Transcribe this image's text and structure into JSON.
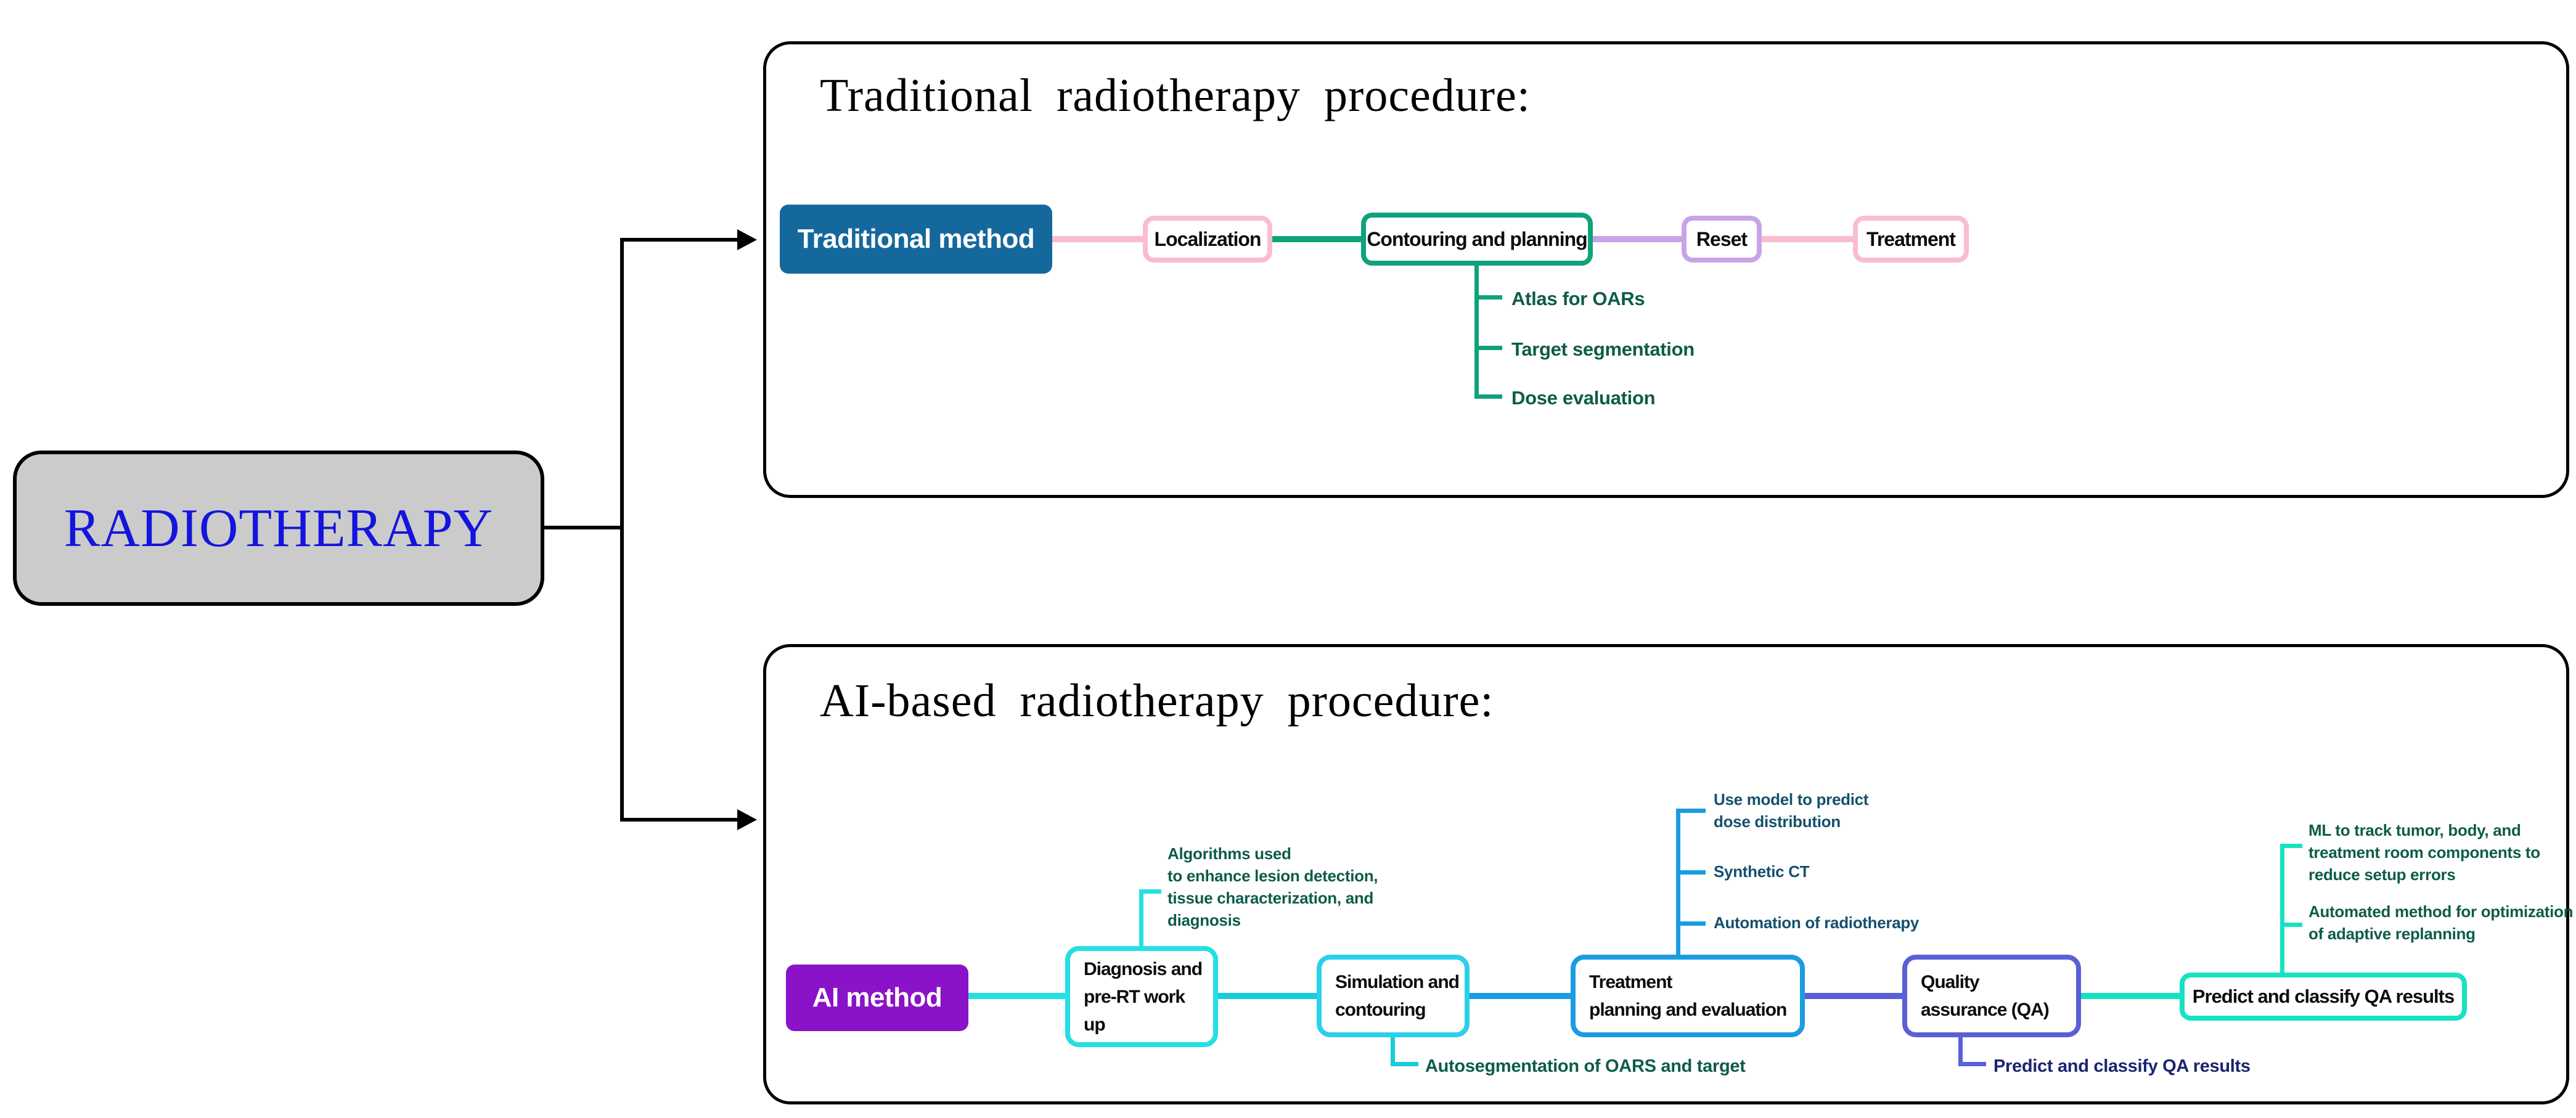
{
  "figure": {
    "root_label": "RADIOTHERAPY"
  },
  "traditional": {
    "title": "Traditional radiotherapy procedure:",
    "method_label": "Traditional method",
    "steps": [
      {
        "label": "Localization"
      },
      {
        "label": "Contouring and planning"
      },
      {
        "label": "Reset"
      },
      {
        "label": "Treatment"
      }
    ],
    "contouring_children": [
      "Atlas for OARs",
      "Target segmentation",
      "Dose evaluation"
    ]
  },
  "ai": {
    "title": "AI-based radiotherapy procedure:",
    "method_label": "AI method",
    "steps": [
      {
        "label": "Diagnosis and\npre-RT work\nup"
      },
      {
        "label": "Simulation and\ncontouring"
      },
      {
        "label": "Treatment\nplanning and evaluation"
      },
      {
        "label": "Quality\nassurance (QA)"
      },
      {
        "label": "Predict and classify QA results"
      }
    ],
    "notes": {
      "diagnosis": "Algorithms used\nto enhance lesion detection,\ntissue characterization, and\ndiagnosis",
      "simulation": "Autosegmentation of OARS and target",
      "treatment_planning": [
        "Use model to predict\ndose distribution",
        "Synthetic CT",
        "Automation of radiotherapy"
      ],
      "qa": "Predict and classify QA results",
      "predict": [
        "ML to track tumor, body, and\ntreatment room components to\nreduce setup errors",
        "Automated method for optimization\nof adaptive replanning"
      ]
    }
  },
  "palette": {
    "root-fill": "#cbcbcb",
    "root-text": "#1414dd",
    "trad-fill": "#15689c",
    "ai-fill": "#8a12c8",
    "pink": "#f9bcd0",
    "green": "#0ea37a",
    "lavender": "#c9a3e8",
    "cyan": "#24dfe4",
    "cyan-dark": "#18ccd8",
    "sky": "#2bd0ea",
    "blue": "#1b9ce0",
    "indigo": "#5a5fd6",
    "turquoise": "#16e2c0",
    "teal-text": "#0d5c4a",
    "navy-text": "#14506e",
    "indigo-text": "#1b2470"
  }
}
